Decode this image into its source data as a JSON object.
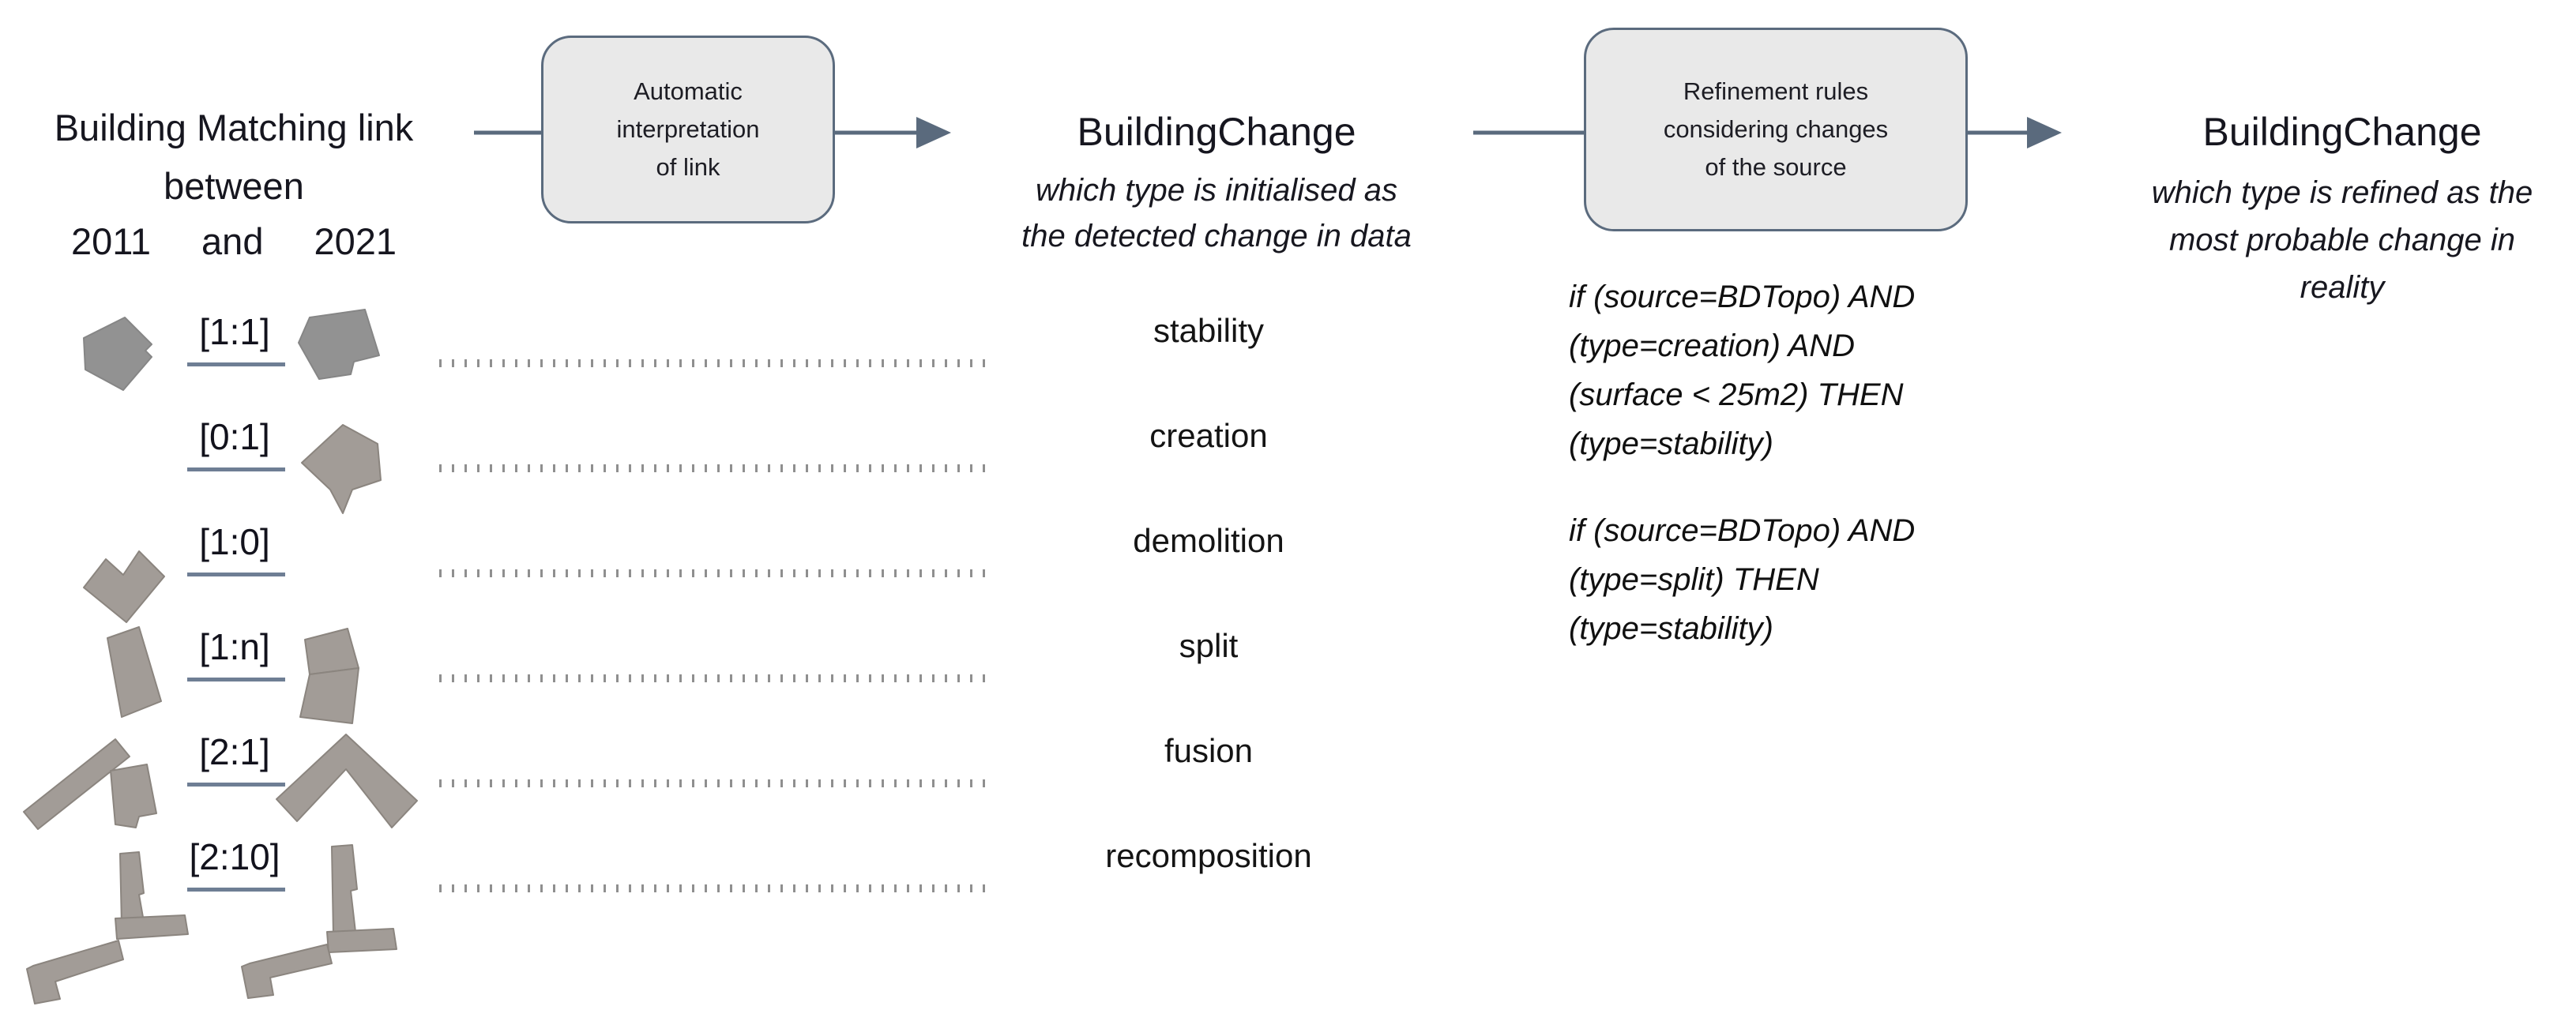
{
  "colors": {
    "box_fill": "#e9e9e9",
    "box_border": "#5b6b7e",
    "arrow": "#5a6a7d",
    "underline": "#6e7e94",
    "dotted_line": "#8f8f8f",
    "building_fill": "#a29c97",
    "building_fill_dark": "#929292",
    "building_stroke": "#8b857f",
    "text": "#1b1b1b"
  },
  "left_panel": {
    "title_line1": "Building Matching link",
    "title_line2": "between",
    "year_left": "2011",
    "year_conjunction": "and",
    "year_right": "2021",
    "match_links": [
      "[1:1]",
      "[0:1]",
      "[1:0]",
      "[1:n]",
      "[2:1]",
      "[2:10]"
    ]
  },
  "step1_box": {
    "lines": [
      "Automatic",
      "interpretation",
      "of link"
    ]
  },
  "step2_box": {
    "lines": [
      "Refinement rules",
      "considering changes",
      "of the source"
    ]
  },
  "initial_change": {
    "heading": "BuildingChange",
    "subtitle_lines": [
      "which type is initialised as",
      "the detected change in data"
    ],
    "types": [
      "stability",
      "creation",
      "demolition",
      "split",
      "fusion",
      "recomposition"
    ]
  },
  "refined_change": {
    "heading": "BuildingChange",
    "subtitle_lines": [
      "which type is refined as the",
      "most probable change in",
      "reality"
    ]
  },
  "refinement_rules": {
    "rule1_lines": [
      "if (source=BDTopo) AND",
      "(type=creation) AND",
      "(surface < 25m2) THEN",
      "(type=stability)"
    ],
    "rule2_lines": [
      "if (source=BDTopo) AND",
      "(type=split) THEN",
      "(type=stability)"
    ]
  }
}
